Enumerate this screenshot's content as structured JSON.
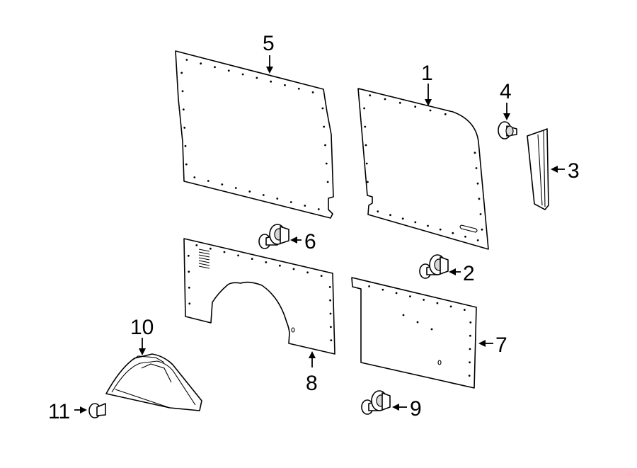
{
  "callouts": [
    {
      "id": "1",
      "label": "1"
    },
    {
      "id": "2",
      "label": "2"
    },
    {
      "id": "3",
      "label": "3"
    },
    {
      "id": "4",
      "label": "4"
    },
    {
      "id": "5",
      "label": "5"
    },
    {
      "id": "6",
      "label": "6"
    },
    {
      "id": "7",
      "label": "7"
    },
    {
      "id": "8",
      "label": "8"
    },
    {
      "id": "9",
      "label": "9"
    },
    {
      "id": "10",
      "label": "10"
    },
    {
      "id": "11",
      "label": "11"
    }
  ],
  "colors": {
    "line": "#000000",
    "background": "#ffffff",
    "shade": "#d9d9d9"
  }
}
